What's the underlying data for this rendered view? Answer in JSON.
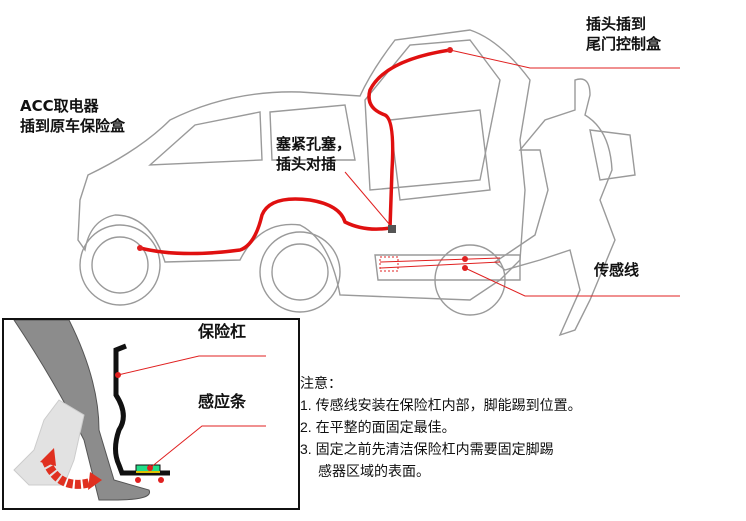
{
  "labels": {
    "acc": [
      "ACC取电器",
      "插到原车保险盒"
    ],
    "plug": [
      "塞紧孔塞，",
      "插头对插"
    ],
    "tail": [
      "插头插到",
      "尾门控制盒"
    ],
    "sensor_line": "传感线",
    "bumper": "保险杠",
    "sensor_strip": "感应条"
  },
  "notes": {
    "title": "注意：",
    "items": [
      "1. 传感线安装在保险杠内部，脚能踢到位置。",
      "2. 在平整的面固定最佳。",
      "3. 固定之前先清洁保险杠内需要固定脚踢",
      "感器区域的表面。"
    ]
  },
  "colors": {
    "wire": "#e01010",
    "leader": "#e02020",
    "strip": "#22dd88"
  }
}
